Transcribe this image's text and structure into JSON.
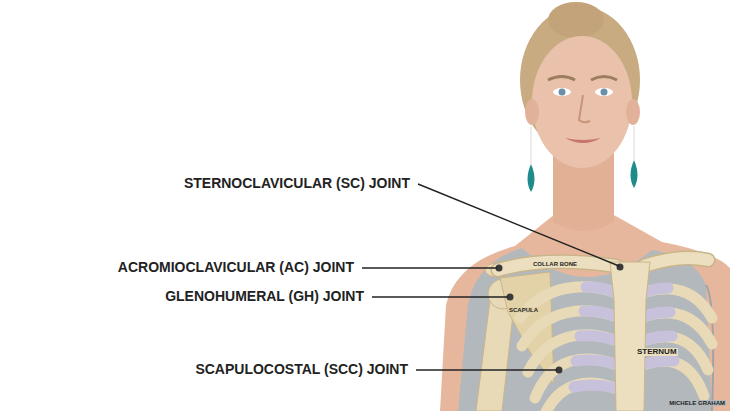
{
  "diagram": {
    "labels": [
      "STERNOCLAVICULAR (SC) JOINT",
      "ACROMIOCLAVICULAR (AC) JOINT",
      "GLENOHUMERAL (GH) JOINT",
      "SCAPULOCOSTAL (SCC) JOINT",
      "COLLAR BONE",
      "SCAPULA",
      "STERNUM",
      "MICHELE GRAHAM"
    ]
  }
}
